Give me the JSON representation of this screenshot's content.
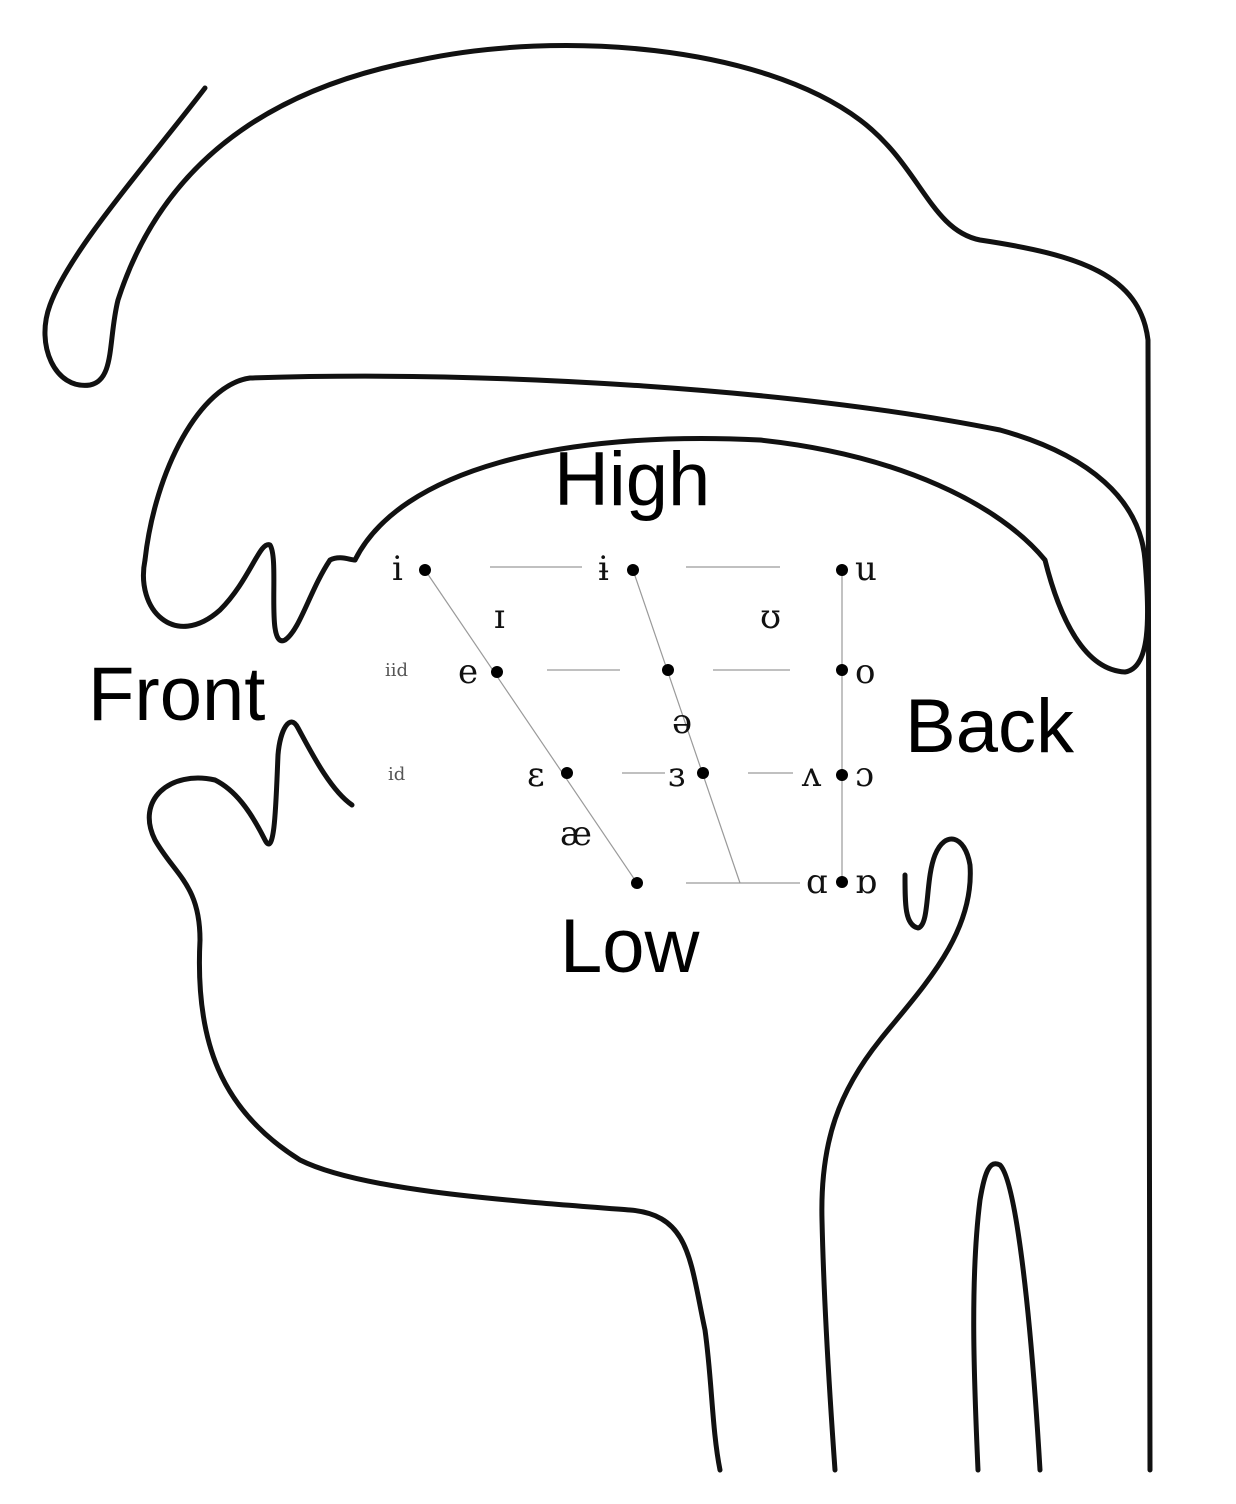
{
  "axis_labels": {
    "high": "High",
    "low": "Low",
    "front": "Front",
    "back": "Back"
  },
  "partial_labels": {
    "mid_1": "iid",
    "mid_2": "id"
  },
  "vowels": {
    "i": "i",
    "barred_i": "ɨ",
    "u": "u",
    "small_cap_i": "ɪ",
    "upsilon": "ʊ",
    "e": "e",
    "o": "o",
    "schwa": "ə",
    "epsilon": "ɛ",
    "reversed_epsilon": "ɜ",
    "wedge": "ʌ",
    "open_o": "ɔ",
    "ash": "æ",
    "script_a": "ɑ",
    "turned_script_a": "ɒ"
  }
}
